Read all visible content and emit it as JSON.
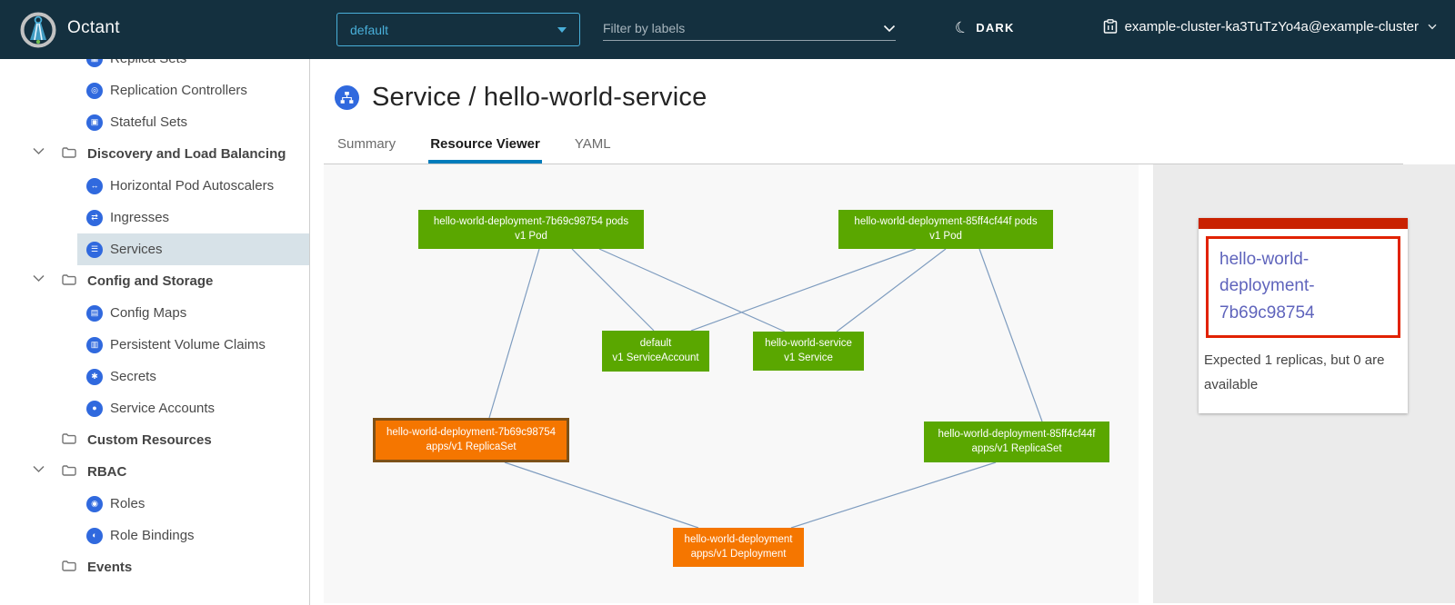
{
  "header": {
    "app_title": "Octant",
    "namespace": {
      "value": "default"
    },
    "filter": {
      "placeholder": "Filter by labels"
    },
    "theme": {
      "label": "DARK",
      "moon_glyph": "☾"
    },
    "context": {
      "label": "example-cluster-ka3TuTzYo4a@example-cluster"
    }
  },
  "sidebar": {
    "items": [
      {
        "label": "Replica Sets",
        "kind": "child",
        "glyph": "▦",
        "clipped": true
      },
      {
        "label": "Replication Controllers",
        "kind": "child",
        "glyph": "◎"
      },
      {
        "label": "Stateful Sets",
        "kind": "child",
        "glyph": "▣"
      },
      {
        "label": "Discovery and Load Balancing",
        "kind": "group-open"
      },
      {
        "label": "Horizontal Pod Autoscalers",
        "kind": "child",
        "glyph": "↔"
      },
      {
        "label": "Ingresses",
        "kind": "child",
        "glyph": "⇄"
      },
      {
        "label": "Services",
        "kind": "child",
        "glyph": "☰",
        "selected": true
      },
      {
        "label": "Config and Storage",
        "kind": "group-open"
      },
      {
        "label": "Config Maps",
        "kind": "child",
        "glyph": "▤"
      },
      {
        "label": "Persistent Volume Claims",
        "kind": "child",
        "glyph": "▥"
      },
      {
        "label": "Secrets",
        "kind": "child",
        "glyph": "✱"
      },
      {
        "label": "Service Accounts",
        "kind": "child",
        "glyph": "●"
      },
      {
        "label": "Custom Resources",
        "kind": "group"
      },
      {
        "label": "RBAC",
        "kind": "group-open"
      },
      {
        "label": "Roles",
        "kind": "child",
        "glyph": "◉"
      },
      {
        "label": "Role Bindings",
        "kind": "child",
        "glyph": "◐"
      },
      {
        "label": "Events",
        "kind": "group"
      }
    ]
  },
  "main": {
    "page_title": "Service / hello-world-service",
    "tabs": [
      {
        "label": "Summary",
        "active": false
      },
      {
        "label": "Resource Viewer",
        "active": true
      },
      {
        "label": "YAML",
        "active": false
      }
    ]
  },
  "graph": {
    "nodes": [
      {
        "id": "pod-7b69c98754",
        "line1": "hello-world-deployment-7b69c98754 pods",
        "line2": "v1 Pod",
        "status": "ok"
      },
      {
        "id": "pod-85ff4cf44f",
        "line1": "hello-world-deployment-85ff4cf44f pods",
        "line2": "v1 Pod",
        "status": "ok"
      },
      {
        "id": "serviceaccount",
        "line1": "default",
        "line2": "v1 ServiceAccount",
        "status": "ok"
      },
      {
        "id": "service",
        "line1": "hello-world-service",
        "line2": "v1 Service",
        "status": "ok"
      },
      {
        "id": "rs-7b69c98754",
        "line1": "hello-world-deployment-7b69c98754",
        "line2": "apps/v1 ReplicaSet",
        "status": "warning",
        "selected": true
      },
      {
        "id": "rs-85ff4cf44f",
        "line1": "hello-world-deployment-85ff4cf44f",
        "line2": "apps/v1 ReplicaSet",
        "status": "ok"
      },
      {
        "id": "deployment",
        "line1": "hello-world-deployment",
        "line2": "apps/v1 Deployment",
        "status": "warning"
      }
    ]
  },
  "panel": {
    "title_link": "hello-world-deployment-7b69c98754",
    "message": "Expected 1 replicas, but 0 are available"
  },
  "colors": {
    "header_bg": "#14303f",
    "node_ok": "#5aa700",
    "node_warning": "#f57600",
    "alert_accent": "#c92100",
    "alert_border": "#e12200",
    "link": "#5f64bc",
    "accent_blue": "#49afd9",
    "tab_underline": "#007cbb",
    "icon_blue": "#3069de",
    "edge": "#7e9cbf",
    "selected_row_bg": "#d7e2e8"
  }
}
